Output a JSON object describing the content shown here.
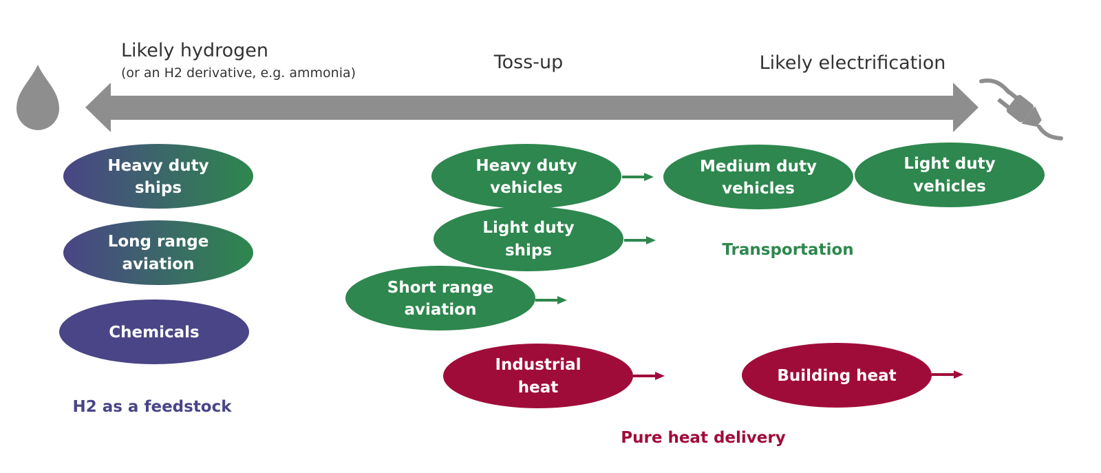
{
  "colors": {
    "arrow_gray": "#8e8e8e",
    "purple": "#4a4586",
    "green": "#2e874e",
    "crimson": "#a00c3a",
    "white": "#ffffff"
  },
  "icons": {
    "left": "water-drop-icon",
    "right": "electric-plug-icon"
  },
  "axis": {
    "left_title": "Likely hydrogen",
    "left_subtitle": "(or an H2 derivative, e.g. ammonia)",
    "middle_title": "Toss-up",
    "right_title": "Likely electrification"
  },
  "nodes": {
    "heavy_duty_ships": [
      "Heavy duty",
      "ships"
    ],
    "long_range_aviation": [
      "Long range",
      "aviation"
    ],
    "chemicals": [
      "Chemicals"
    ],
    "heavy_duty_vehicles": [
      "Heavy duty",
      "vehicles"
    ],
    "medium_duty_vehicles": [
      "Medium duty",
      "vehicles"
    ],
    "light_duty_vehicles": [
      "Light duty",
      "vehicles"
    ],
    "light_duty_ships": [
      "Light duty",
      "ships"
    ],
    "short_range_aviation": [
      "Short range",
      "aviation"
    ],
    "industrial_heat": [
      "Industrial",
      "heat"
    ],
    "building_heat": [
      "Building heat"
    ]
  },
  "groups": {
    "feedstock": "H2 as a feedstock",
    "transportation": "Transportation",
    "heat": "Pure heat delivery"
  }
}
